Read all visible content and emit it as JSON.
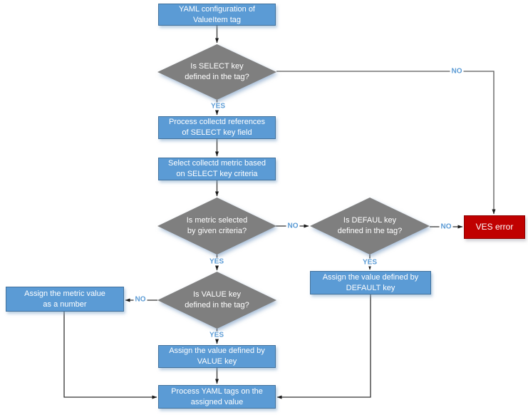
{
  "diagram": {
    "type": "flowchart",
    "nodes": {
      "start": "YAML configuration of\nValueItem tag",
      "select_key_decision": "Is SELECT key\ndefined in the tag?",
      "process_references": "Process collectd references\nof SELECT key field",
      "select_metric": "Select collectd metric based\non SELECT key criteria",
      "metric_selected_decision": "Is metric selected\nby given criteria?",
      "default_key_decision": "Is DEFAUL key\ndefined in the tag?",
      "ves_error": "VES error",
      "assign_default": "Assign the value defined by\nDEFAULT key",
      "value_key_decision": "Is VALUE key\ndefined in the tag?",
      "assign_metric_number": "Assign the metric value\nas a number",
      "assign_value": "Assign the value defined by\nVALUE key",
      "process_yaml_tags": "Process YAML tags on the\nassigned value"
    },
    "edge_labels": {
      "yes_select": "YES",
      "yes_metric": "YES",
      "yes_default": "YES",
      "yes_value": "YES",
      "no_select": "NO",
      "no_metric": "NO",
      "no_default": "NO",
      "no_value": "NO"
    },
    "colors": {
      "process_fill": "#5B9BD5",
      "process_border": "#41719C",
      "decision_fill": "#7F7F7F",
      "error_fill": "#C00000",
      "error_border": "#8B0000",
      "edge_label_text": "#5B9BD5",
      "connector": "#333333"
    }
  }
}
